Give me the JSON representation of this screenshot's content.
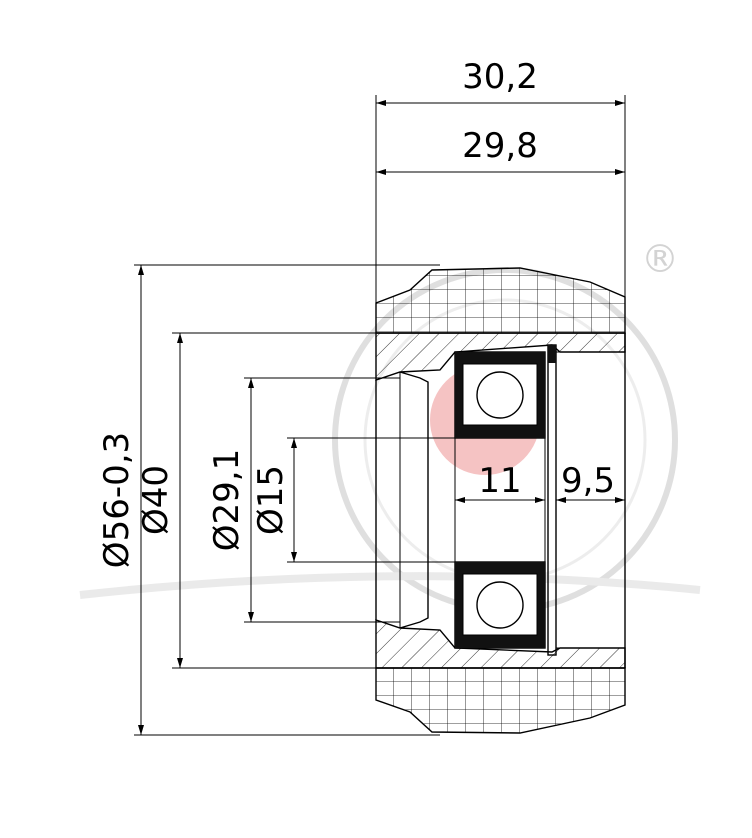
{
  "dimensions": {
    "overall_width": "30,2",
    "tread_width": "29,8",
    "outer_diameter": "Ø56-0,3",
    "hub_diameter": "Ø40",
    "bore_taper_diameter": "Ø29,1",
    "bearing_bore_diameter": "Ø15",
    "bearing_width": "11",
    "offset_width": "9,5"
  },
  "watermark": {
    "registered_mark": "®"
  },
  "colors": {
    "line": "#000000",
    "watermark_red": "#c81e1e",
    "watermark_blue": "#1e2a78",
    "watermark_grey": "#d8d8d8"
  }
}
